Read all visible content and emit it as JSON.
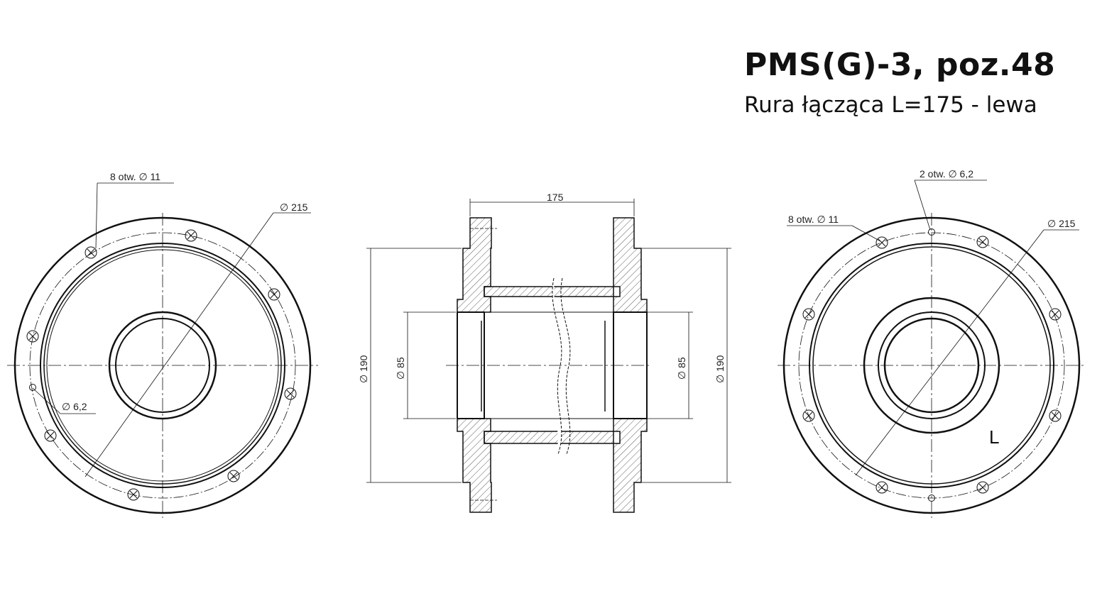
{
  "title": "PMS(G)-3, poz.48",
  "subtitle": "Rura łącząca L=175 - lewa",
  "left_view": {
    "holes_label": "8 otw. ∅ 11",
    "outer_dia_label": "∅ 215",
    "small_hole_label": "∅ 6,2"
  },
  "section_view": {
    "length_label": "175",
    "dia190_left": "∅ 190",
    "dia85_left": "∅ 85",
    "dia85_right": "∅ 85",
    "dia190_right": "∅ 190"
  },
  "right_view": {
    "small_holes_label": "2 otw. ∅ 6,2",
    "holes_label": "8 otw. ∅ 11",
    "outer_dia_label": "∅ 215",
    "side_mark": "L"
  }
}
